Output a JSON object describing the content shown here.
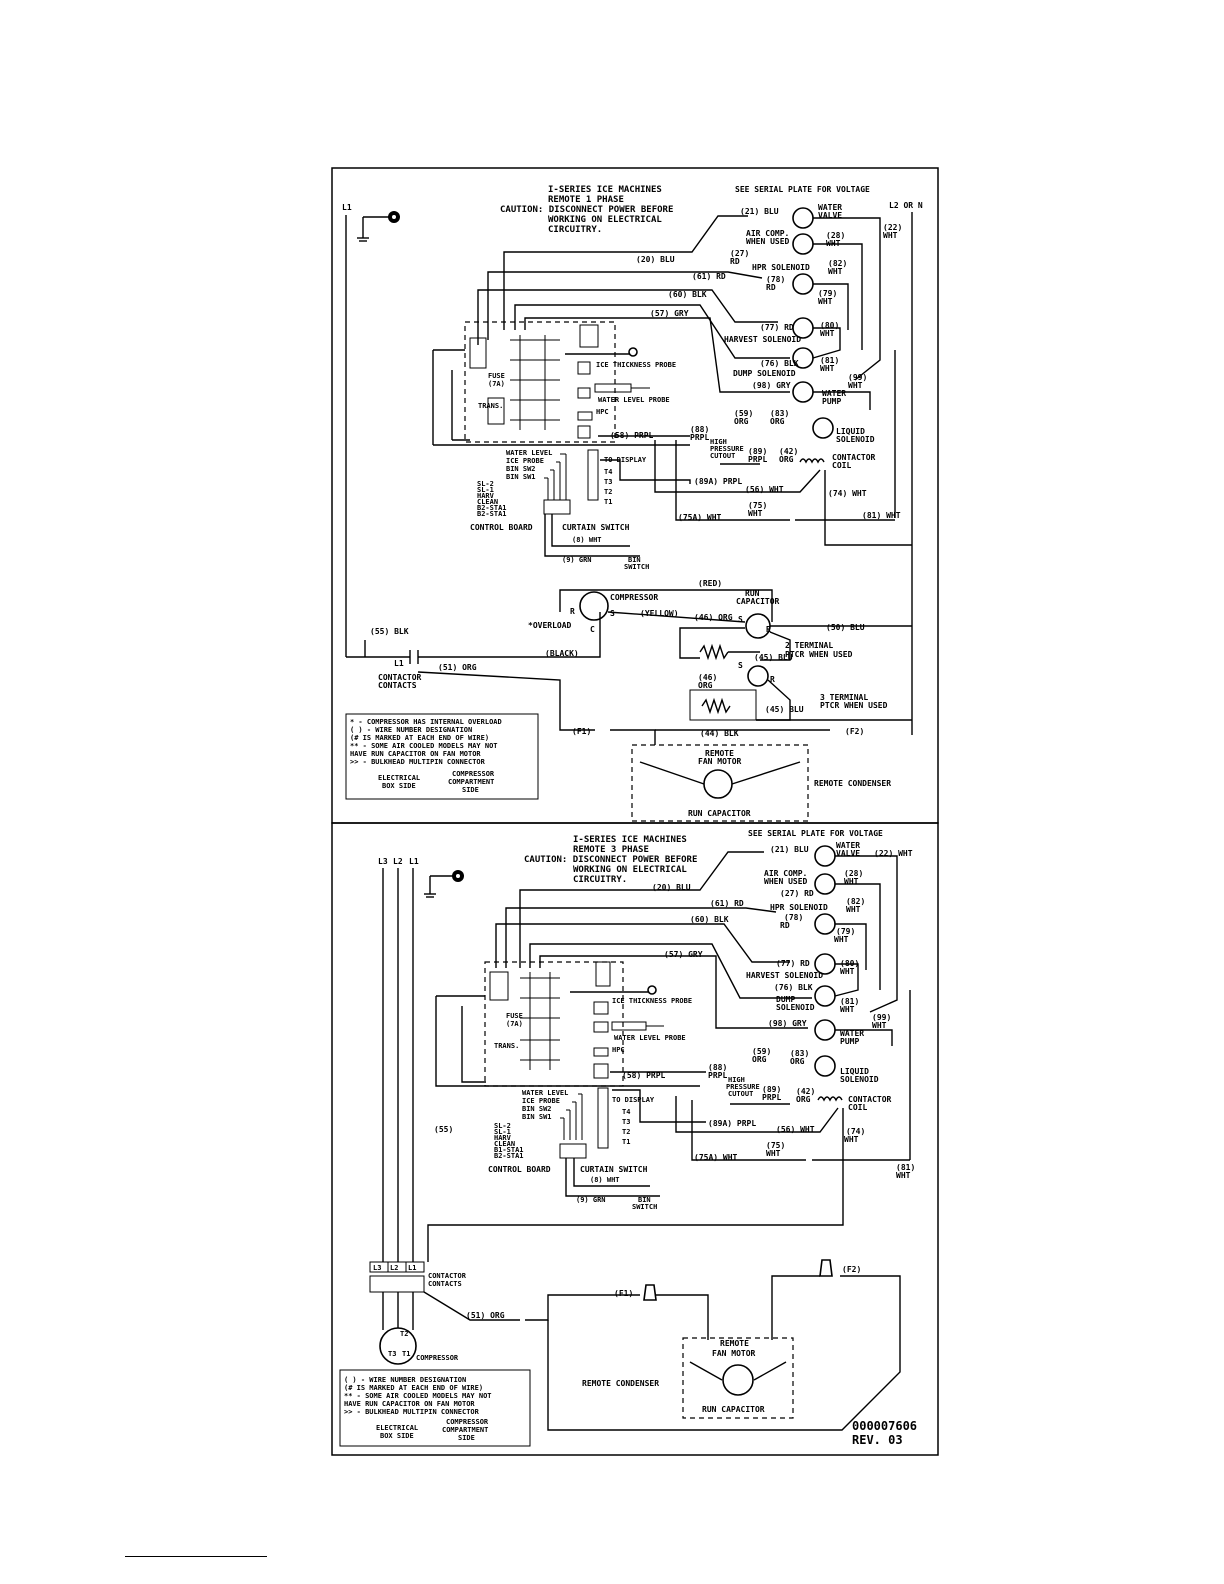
{
  "top": {
    "header": [
      "I-SERIES ICE MACHINES",
      "REMOTE 1 PHASE",
      "CAUTION: DISCONNECT POWER BEFORE",
      "WORKING ON ELECTRICAL",
      "CIRCUITRY."
    ],
    "serial": "SEE SERIAL PLATE FOR VOLTAGE",
    "l1": "L1",
    "l2": "L2 OR N",
    "wires": {
      "w21": "(21) BLU",
      "w20": "(20) BLU",
      "w61": "(61) RD",
      "w60": "(60) BLK",
      "w57": "(57) GRY",
      "w77": "(77) RD",
      "w76": "(76) BLK",
      "w98": "(98) GRY",
      "w59": "(59)",
      "w59c": "ORG",
      "w83": "(83)",
      "w83c": "ORG",
      "w58": "(58) PRPL",
      "w88": "(88)",
      "w88c": "PRPL",
      "w89": "(89)",
      "w89c": "PRPL",
      "w42": "(42)",
      "w42c": "ORG",
      "w89a": "(89A) PRPL",
      "w56": "(56) WHT",
      "w74": "(74) WHT",
      "w75": "(75)",
      "w75c": "WHT",
      "w75a": "(75A) WHT",
      "w81b": "(81) WHT",
      "w22": "(22)",
      "w22c": "WHT",
      "w28": "(28)",
      "w28c": "WHT",
      "w27": "(27)",
      "w27c": "RD",
      "w82": "(82)",
      "w82c": "WHT",
      "w78": "(78)",
      "w78c": "RD",
      "w79": "(79)",
      "w79c": "WHT",
      "w80": "(80)",
      "w80c": "WHT",
      "w81": "(81)",
      "w81c": "WHT",
      "w99": "(99)",
      "w99c": "WHT",
      "w8": "(8) WHT",
      "w9": "(9) GRN",
      "w55": "(55) BLK",
      "w51": "(51) ORG",
      "red": "(RED)",
      "yellow": "(YELLOW)",
      "black": "(BLACK)",
      "w46": "(46) ORG",
      "w46b": "(46)",
      "w46bc": "ORG",
      "w50": "(50) BLU",
      "w45": "(45) BLU",
      "w45b": "(45) BLU",
      "w44": "(44) BLK",
      "f1": "(F1)",
      "f2": "(F2)"
    },
    "components": {
      "water_valve": [
        "WATER",
        "VALVE"
      ],
      "air_comp": [
        "AIR COMP.",
        "WHEN USED"
      ],
      "hpr": "HPR SOLENOID",
      "harvest": "HARVEST SOLENOID",
      "dump": "DUMP SOLENOID",
      "pump": [
        "WATER",
        "PUMP"
      ],
      "liquid": [
        "LIQUID",
        "SOLENOID"
      ],
      "hpc": [
        "HIGH",
        "PRESSURE",
        "CUTOUT"
      ],
      "contactor_coil": [
        "CONTACTOR",
        "COIL"
      ],
      "ice_probe": "ICE THICKNESS PROBE",
      "water_probe": "WATER LEVEL PROBE",
      "hpc_lbl": "HPC",
      "fuse": [
        "FUSE",
        "(7A)"
      ],
      "trans": "TRANS.",
      "to_display": "TO DISPLAY",
      "sw": [
        "WATER LEVEL",
        "ICE PROBE",
        "BIN SW2",
        "BIN SW1"
      ],
      "t": [
        "T4",
        "T3",
        "T2",
        "T1"
      ],
      "leds": [
        "SL-2",
        "SL-1",
        "HARV",
        "CLEAN",
        "B2-STA1",
        "B2-STA1"
      ],
      "control_board": "CONTROL BOARD",
      "curtain": "CURTAIN SWITCH",
      "bin": [
        "BIN",
        "SWITCH"
      ],
      "compressor": "COMPRESSOR",
      "overload": "*OVERLOAD",
      "run_cap": [
        "RUN",
        "CAPACITOR"
      ],
      "ptcr2": [
        "2 TERMINAL",
        "PTCR WHEN USED"
      ],
      "ptcr3": [
        "3 TERMINAL",
        "PTCR WHEN USED"
      ],
      "contactor": [
        "CONTACTOR",
        "CONTACTS"
      ],
      "fan": [
        "REMOTE",
        "FAN MOTOR"
      ],
      "fan_cap": "RUN CAPACITOR",
      "condenser": "REMOTE CONDENSER",
      "term_l1": "L1",
      "c": "C",
      "r": "R",
      "s": "S",
      "s2": "S",
      "r2": "R",
      "s3": "S",
      "r3": "R"
    },
    "legend": [
      "*  - COMPRESSOR HAS INTERNAL OVERLOAD",
      "( ) - WIRE NUMBER DESIGNATION",
      "      (# IS MARKED AT EACH END OF WIRE)",
      "**  - SOME AIR COOLED MODELS MAY NOT",
      "      HAVE RUN CAPACITOR ON FAN MOTOR",
      ">>  - BULKHEAD MULTIPIN CONNECTOR"
    ],
    "legend_side": [
      "ELECTRICAL",
      "BOX SIDE",
      "COMPRESSOR",
      "COMPARTMENT",
      "SIDE"
    ]
  },
  "bottom": {
    "header": [
      "I-SERIES ICE MACHINES",
      "REMOTE 3 PHASE",
      "CAUTION: DISCONNECT POWER BEFORE",
      "WORKING ON ELECTRICAL",
      "CIRCUITRY."
    ],
    "serial": "SEE SERIAL PLATE FOR VOLTAGE",
    "lines": [
      "L3",
      "L2",
      "L1"
    ],
    "wires": {
      "w21": "(21) BLU",
      "w22": "(22) WHT",
      "w20": "(20) BLU",
      "w61": "(61) RD",
      "w60": "(60) BLK",
      "w57": "(57) GRY",
      "w27": "(27) RD",
      "w28": "(28)",
      "w28c": "WHT",
      "w82": "(82)",
      "w82c": "WHT",
      "w78": "(78)",
      "w78c": "RD",
      "w79": "(79)",
      "w79c": "WHT",
      "w77": "(77) RD",
      "w80": "(80)",
      "w80c": "WHT",
      "w76": "(76) BLK",
      "w81": "(81)",
      "w81c": "WHT",
      "w98": "(98) GRY",
      "w99": "(99)",
      "w99c": "WHT",
      "w59": "(59)",
      "w59c": "ORG",
      "w83": "(83)",
      "w83c": "ORG",
      "w58": "(58) PRPL",
      "w88": "(88)",
      "w88c": "PRPL",
      "w89": "(89)",
      "w89c": "PRPL",
      "w42": "(42)",
      "w42c": "ORG",
      "w89a": "(89A) PRPL",
      "w56": "(56) WHT",
      "w74": "(74)",
      "w74c": "WHT",
      "w75": "(75)",
      "w75c": "WHT",
      "w75a": "(75A) WHT",
      "w81b": "(81)",
      "w81bc": "WHT",
      "w55": "(55)",
      "w8": "(8) WHT",
      "w9": "(9) GRN",
      "w51": "(51) ORG",
      "f1": "(F1)",
      "f2": "(F2)"
    },
    "components": {
      "water_valve": [
        "WATER",
        "VALVE"
      ],
      "air_comp": [
        "AIR COMP.",
        "WHEN USED"
      ],
      "hpr": "HPR SOLENOID",
      "harvest": "HARVEST SOLENOID",
      "dump": [
        "DUMP",
        "SOLENOID"
      ],
      "pump": [
        "WATER",
        "PUMP"
      ],
      "liquid": [
        "LIQUID",
        "SOLENOID"
      ],
      "hpc": [
        "HIGH",
        "PRESSURE",
        "CUTOUT"
      ],
      "contactor_coil": [
        "CONTACTOR",
        "COIL"
      ],
      "ice_probe": "ICE THICKNESS PROBE",
      "water_probe": "WATER LEVEL PROBE",
      "hpc_lbl": "HPC",
      "fuse": [
        "FUSE",
        "(7A)"
      ],
      "trans": "TRANS.",
      "to_display": "TO DISPLAY",
      "sw": [
        "WATER LEVEL",
        "ICE PROBE",
        "BIN SW2",
        "BIN SW1"
      ],
      "t": [
        "T4",
        "T3",
        "T2",
        "T1"
      ],
      "leds": [
        "SL-2",
        "SL-1",
        "HARV",
        "CLEAN",
        "B1-STA1",
        "B2-STA1"
      ],
      "control_board": "CONTROL BOARD",
      "curtain": "CURTAIN SWITCH",
      "bin": [
        "BIN",
        "SWITCH"
      ],
      "contactor": [
        "CONTACTOR",
        "CONTACTS"
      ],
      "compressor": "COMPRESSOR",
      "terms": [
        "L3",
        "L2",
        "L1"
      ],
      "motor_terms": [
        "T2",
        "T3",
        "T1"
      ],
      "fan": [
        "REMOTE",
        "FAN MOTOR"
      ],
      "fan_cap": "RUN CAPACITOR",
      "condenser": "REMOTE CONDENSER"
    },
    "legend": [
      "( ) - WIRE NUMBER DESIGNATION",
      "      (# IS MARKED AT EACH END OF WIRE)",
      "**  - SOME AIR COOLED MODELS MAY NOT",
      "      HAVE RUN CAPACITOR ON FAN MOTOR",
      ">>  - BULKHEAD MULTIPIN CONNECTOR"
    ],
    "legend_side": [
      "ELECTRICAL",
      "BOX SIDE",
      "COMPRESSOR",
      "COMPARTMENT",
      "SIDE"
    ],
    "doc_number": "000007606",
    "revision": "REV. 03"
  }
}
